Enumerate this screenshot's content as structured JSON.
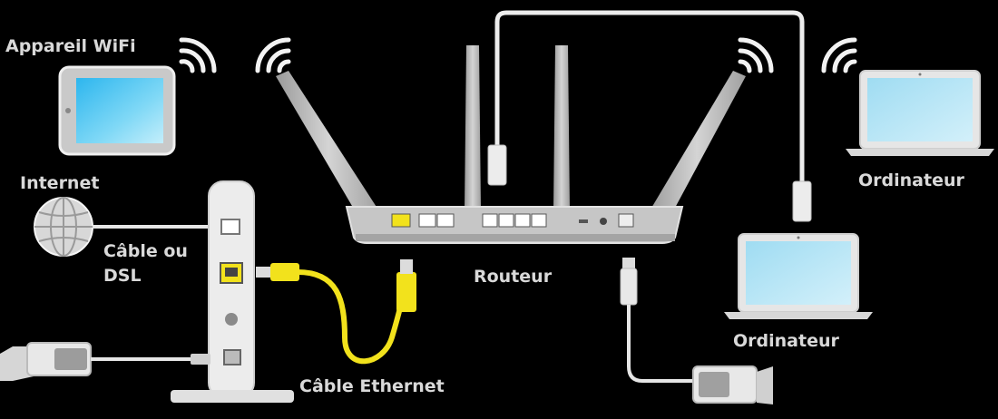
{
  "labels": {
    "wifi_device": "Appareil WiFi",
    "internet": "Internet",
    "cable_dsl_line1": "Câble ou",
    "cable_dsl_line2": "DSL",
    "router": "Routeur",
    "ethernet_cable": "Câble Ethernet",
    "computer_top": "Ordinateur",
    "computer_bottom": "Ordinateur"
  },
  "icons": [
    "wifi-signal-icon",
    "globe-icon",
    "tablet-icon",
    "laptop-icon",
    "modem-icon",
    "router-icon",
    "power-adapter-icon"
  ],
  "colors": {
    "background": "#000000",
    "label": "#d9d9d9",
    "ethernet_cable": "#f2e21c",
    "device_body": "#e8e8e8",
    "screen": "#3fc3f0",
    "router_body": "#c8c8c8"
  }
}
